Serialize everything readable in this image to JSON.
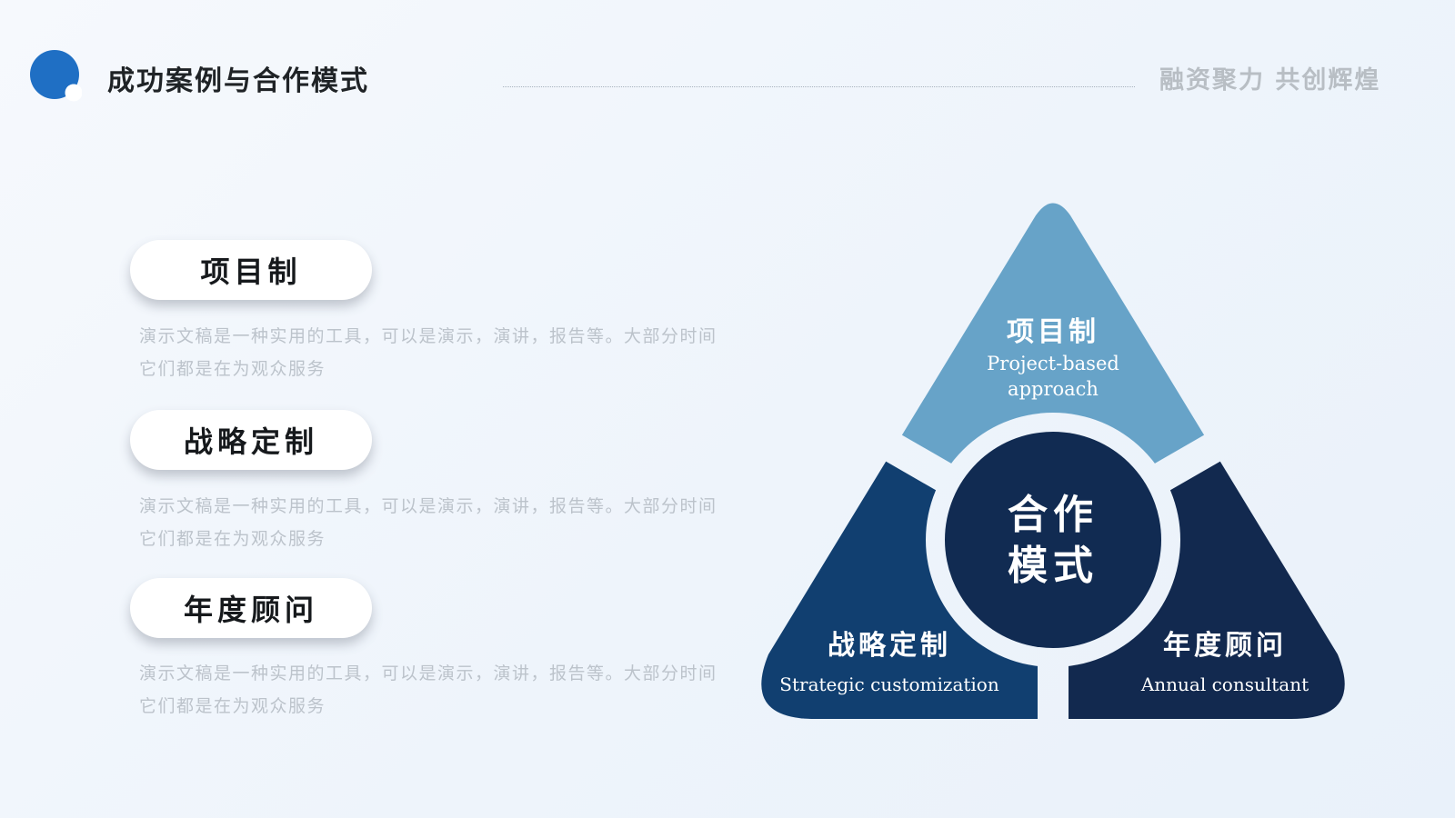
{
  "header": {
    "title": "成功案例与合作模式",
    "slogan": "融资聚力 共创辉煌"
  },
  "colors": {
    "logo_blue": "#1f6fc4",
    "top_segment": "#67a3c8",
    "left_segment": "#113f70",
    "right_segment": "#12294f",
    "center_circle": "#112b52"
  },
  "left_items": [
    {
      "label": "项目制",
      "desc_line1": "演示文稿是一种实用的工具，可以是演示，演讲，报告等。大部分时间",
      "desc_line2": "它们都是在为观众服务"
    },
    {
      "label": "战略定制",
      "desc_line1": "演示文稿是一种实用的工具，可以是演示，演讲，报告等。大部分时间",
      "desc_line2": "它们都是在为观众服务"
    },
    {
      "label": "年度顾问",
      "desc_line1": "演示文稿是一种实用的工具，可以是演示，演讲，报告等。大部分时间",
      "desc_line2": "它们都是在为观众服务"
    }
  ],
  "diagram": {
    "center_line1": "合作",
    "center_line2": "模式",
    "top": {
      "title": "项目制",
      "en_line1": "Project-based",
      "en_line2": "approach"
    },
    "left": {
      "title": "战略定制",
      "en": "Strategic customization"
    },
    "right": {
      "title": "年度顾问",
      "en": "Annual consultant"
    }
  }
}
